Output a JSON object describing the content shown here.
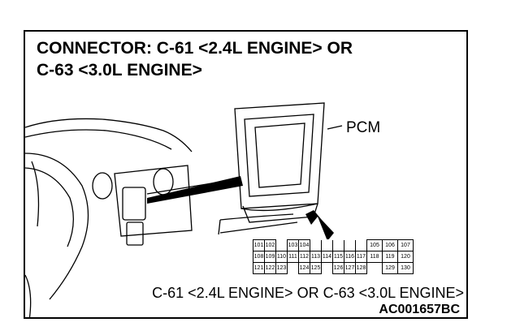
{
  "title_line1": "CONNECTOR: C-61 <2.4L ENGINE> OR",
  "title_line2": "C-63 <3.0L ENGINE>",
  "pcm_label": "PCM",
  "caption": "C-61 <2.4L ENGINE> OR C-63 <3.0L ENGINE>",
  "code": "AC001657BC",
  "pins": {
    "row1": [
      "101",
      "102",
      "",
      "103",
      "104",
      "",
      "",
      "",
      "",
      "",
      "105",
      "106",
      "107"
    ],
    "row2": [
      "108",
      "109",
      "110",
      "111",
      "112",
      "113",
      "114",
      "115",
      "116",
      "117",
      "118",
      "119",
      "120"
    ],
    "row3": [
      "121",
      "122",
      "123",
      "",
      "124",
      "125",
      "",
      "126",
      "127",
      "128",
      "",
      "129",
      "130"
    ]
  }
}
